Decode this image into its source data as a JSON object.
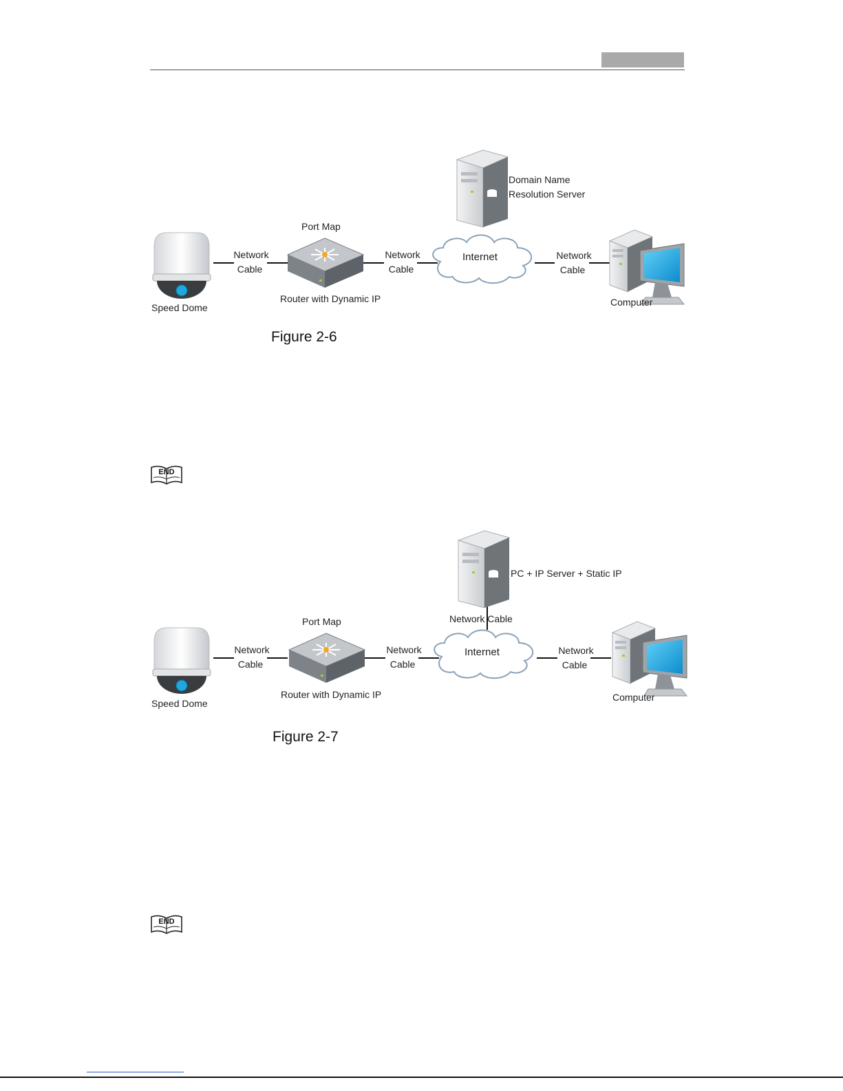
{
  "figures": [
    {
      "caption": "Figure 2-6",
      "labels": {
        "port_map": "Port Map",
        "router": "Router with Dynamic IP",
        "speed_dome": "Speed Dome",
        "cable_left_1": "Network",
        "cable_left_2": "Cable",
        "cable_mid_1": "Network",
        "cable_mid_2": "Cable",
        "cable_right_1": "Network",
        "cable_right_2": "Cable",
        "internet": "Internet",
        "server_1": "Domain Name",
        "server_2": "Resolution Server",
        "computer": "Computer"
      }
    },
    {
      "caption": "Figure 2-7",
      "labels": {
        "port_map": "Port Map",
        "router": "Router with Dynamic IP",
        "speed_dome": "Speed Dome",
        "cable_left_1": "Network",
        "cable_left_2": "Cable",
        "cable_mid_1": "Network",
        "cable_mid_2": "Cable",
        "cable_right_1": "Network",
        "cable_right_2": "Cable",
        "internet": "Internet",
        "server": "PC + IP Server + Static IP",
        "server_cable": "Network Cable",
        "computer": "Computer"
      }
    }
  ],
  "end_marker": "END",
  "colors": {
    "screen": "#1fa8e0",
    "cloud_stroke": "#8aa2b8",
    "device_grey": "#8d9398"
  }
}
